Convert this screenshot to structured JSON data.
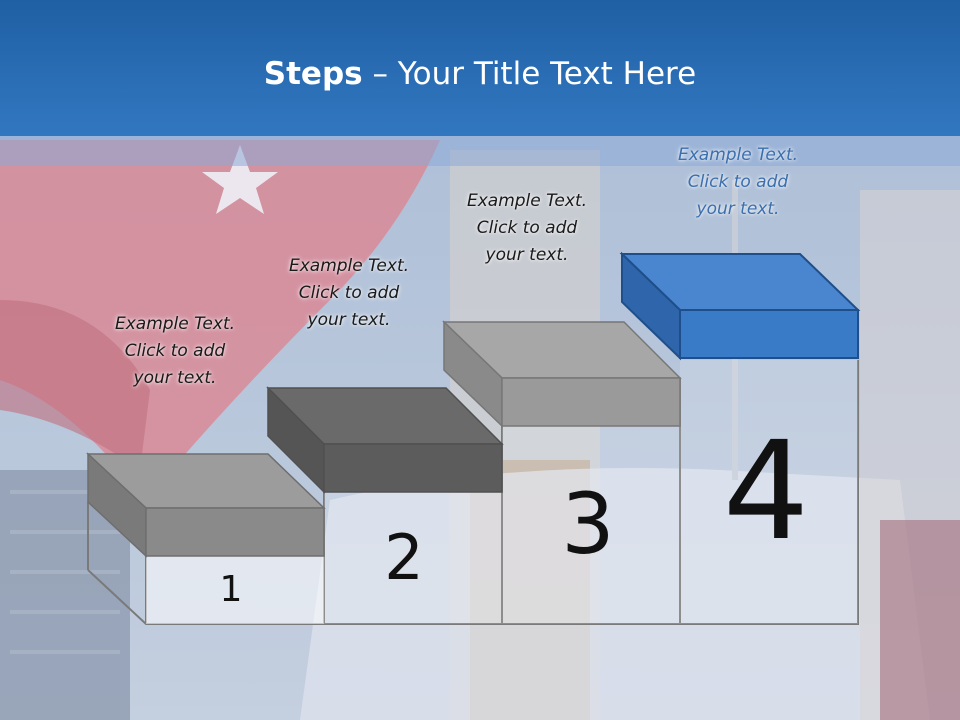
{
  "header": {
    "title_bold": "Steps",
    "title_rest": " – Your Title Text Here"
  },
  "steps": [
    {
      "number": "1",
      "lines": [
        "Example Text.",
        "Click  to add",
        "your text."
      ]
    },
    {
      "number": "2",
      "lines": [
        "Example Text.",
        "Click  to add",
        "your text."
      ]
    },
    {
      "number": "3",
      "lines": [
        "Example Text.",
        "Click  to add",
        "your text."
      ]
    },
    {
      "number": "4",
      "lines": [
        "Example Text.",
        "Click  to add",
        "your text."
      ]
    }
  ],
  "colors": {
    "header": "#2a6db4",
    "block_gray": "#8a8a8a",
    "block_dark": "#5c5c5c",
    "block_highlight": "#3a7bc8",
    "highlight_text": "#3c6fad"
  }
}
